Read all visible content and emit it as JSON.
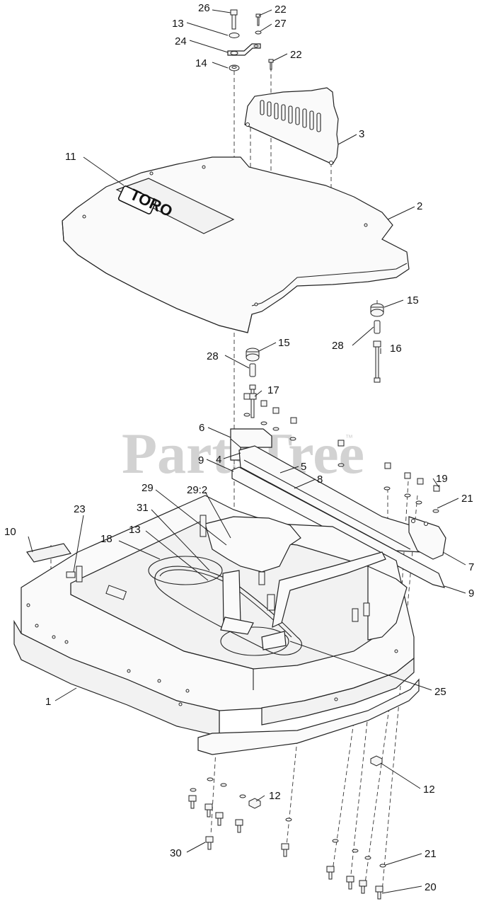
{
  "watermark": {
    "text": "PartsTree",
    "trademark": "™"
  },
  "deck_logo": "TORO",
  "callouts": [
    {
      "id": "c26a",
      "label": "26"
    },
    {
      "id": "c22a",
      "label": "22"
    },
    {
      "id": "c13a",
      "label": "13"
    },
    {
      "id": "c27",
      "label": "27"
    },
    {
      "id": "c24",
      "label": "24"
    },
    {
      "id": "c22b",
      "label": "22"
    },
    {
      "id": "c14",
      "label": "14"
    },
    {
      "id": "c3",
      "label": "3"
    },
    {
      "id": "c11",
      "label": "11"
    },
    {
      "id": "c2",
      "label": "2"
    },
    {
      "id": "c15a",
      "label": "15"
    },
    {
      "id": "c28a",
      "label": "28"
    },
    {
      "id": "c16",
      "label": "16"
    },
    {
      "id": "c28b",
      "label": "28"
    },
    {
      "id": "c15b",
      "label": "15"
    },
    {
      "id": "c17",
      "label": "17"
    },
    {
      "id": "c6",
      "label": "6"
    },
    {
      "id": "c4",
      "label": "4"
    },
    {
      "id": "c9a",
      "label": "9"
    },
    {
      "id": "c5",
      "label": "5"
    },
    {
      "id": "c8",
      "label": "8"
    },
    {
      "id": "c19",
      "label": "19"
    },
    {
      "id": "c21a",
      "label": "21"
    },
    {
      "id": "c29",
      "label": "29"
    },
    {
      "id": "c292",
      "label": "29:2"
    },
    {
      "id": "c23",
      "label": "23"
    },
    {
      "id": "c31",
      "label": "31"
    },
    {
      "id": "c10",
      "label": "10"
    },
    {
      "id": "c18",
      "label": "18"
    },
    {
      "id": "c13b",
      "label": "13"
    },
    {
      "id": "c7",
      "label": "7"
    },
    {
      "id": "c9b",
      "label": "9"
    },
    {
      "id": "c1",
      "label": "1"
    },
    {
      "id": "c25",
      "label": "25"
    },
    {
      "id": "c12a",
      "label": "12"
    },
    {
      "id": "c12b",
      "label": "12"
    },
    {
      "id": "c30",
      "label": "30"
    },
    {
      "id": "c21b",
      "label": "21"
    },
    {
      "id": "c20",
      "label": "20"
    }
  ]
}
